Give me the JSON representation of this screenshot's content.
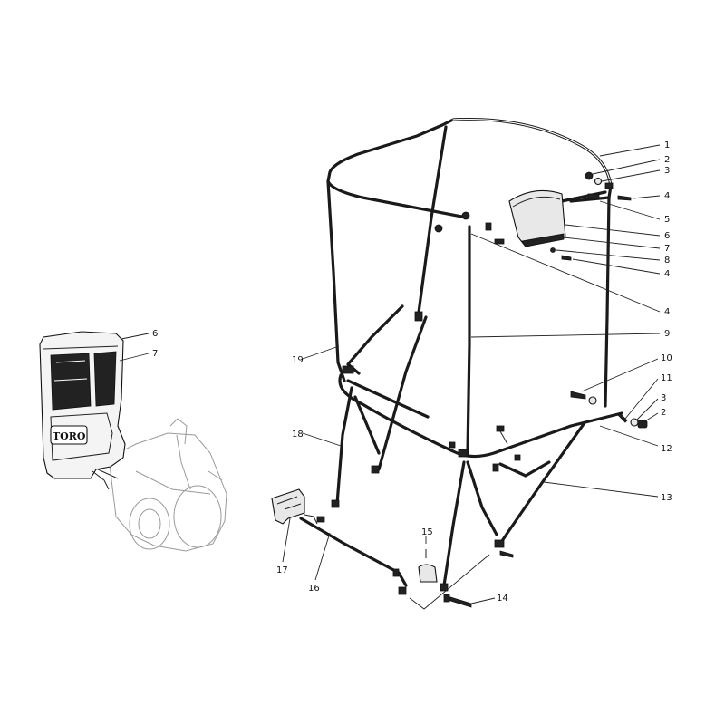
{
  "callouts": [
    {
      "id": "c1",
      "label": "1"
    },
    {
      "id": "c2a",
      "label": "2"
    },
    {
      "id": "c3a",
      "label": "3"
    },
    {
      "id": "c4a",
      "label": "4"
    },
    {
      "id": "c5",
      "label": "5"
    },
    {
      "id": "c6a",
      "label": "6"
    },
    {
      "id": "c7a",
      "label": "7"
    },
    {
      "id": "c8",
      "label": "8"
    },
    {
      "id": "c4b",
      "label": "4"
    },
    {
      "id": "c4c",
      "label": "4"
    },
    {
      "id": "c9",
      "label": "9"
    },
    {
      "id": "c10",
      "label": "10"
    },
    {
      "id": "c11",
      "label": "11"
    },
    {
      "id": "c3b",
      "label": "3"
    },
    {
      "id": "c2b",
      "label": "2"
    },
    {
      "id": "c12",
      "label": "12"
    },
    {
      "id": "c13",
      "label": "13"
    },
    {
      "id": "c14",
      "label": "14"
    },
    {
      "id": "c15",
      "label": "15"
    },
    {
      "id": "c16",
      "label": "16"
    },
    {
      "id": "c17",
      "label": "17"
    },
    {
      "id": "c18",
      "label": "18"
    },
    {
      "id": "c19",
      "label": "19"
    },
    {
      "id": "c6b",
      "label": "6"
    },
    {
      "id": "c7b",
      "label": "7"
    }
  ],
  "inset": {
    "logo_text": "TORO"
  }
}
